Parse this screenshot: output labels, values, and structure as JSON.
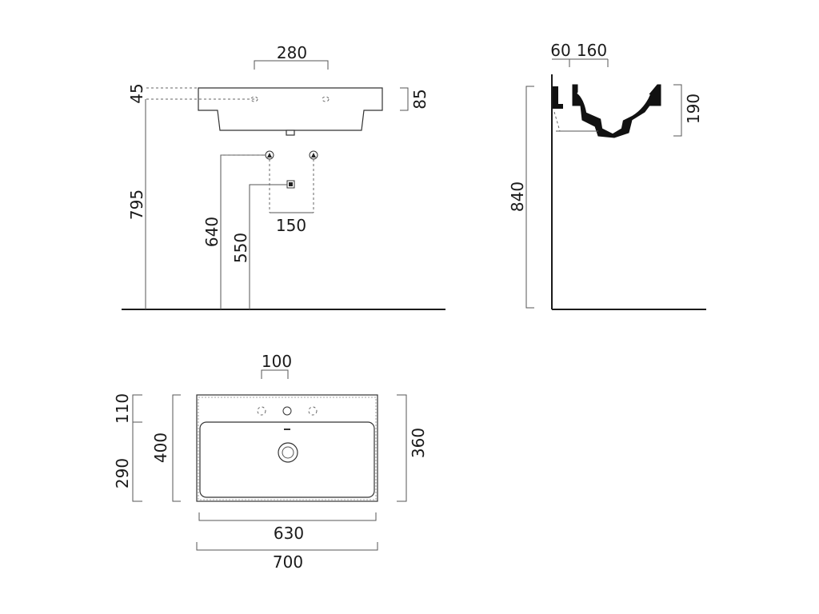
{
  "front_view": {
    "top_width": "280",
    "tap_hole_height": "45",
    "rim_thickness": "85",
    "overall_height": "795",
    "supply_height": "640",
    "waste_height": "550",
    "supply_spacing": "150"
  },
  "side_view": {
    "wall_offset": "60",
    "bowl_offset": "160",
    "bowl_depth": "190",
    "rim_height": "840"
  },
  "top_view": {
    "tap_spacing": "100",
    "deck_depth": "110",
    "bowl_depth": "290",
    "overall_depth": "400",
    "bowl_outer_depth": "360",
    "bowl_width": "630",
    "overall_width": "700"
  }
}
